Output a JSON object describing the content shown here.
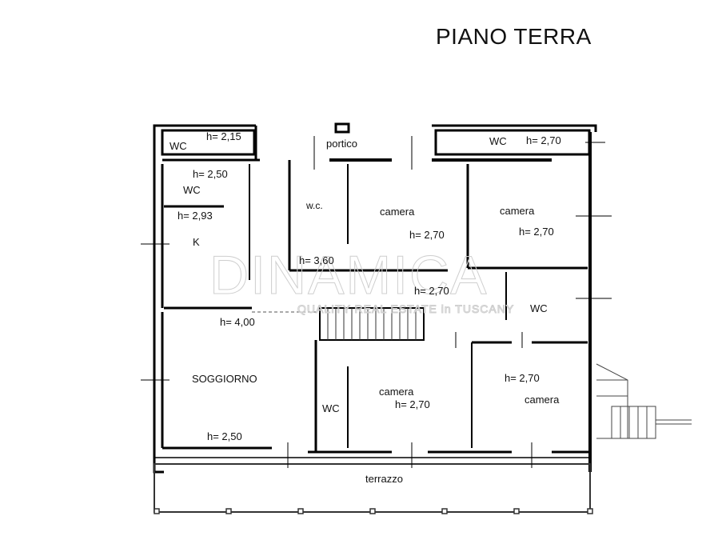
{
  "title": "PIANO TERRA",
  "watermark": {
    "brand": "DINAMICA",
    "tagline": "QUALITY REAL ESTATE in TUSCANY"
  },
  "rooms": [
    {
      "id": "wc-top-left",
      "name": "WC",
      "height": "h= 2,15"
    },
    {
      "id": "wc-left",
      "name": "WC",
      "height": "h= 2,50"
    },
    {
      "id": "kitchen",
      "name": "K",
      "height": "h= 2,93"
    },
    {
      "id": "portico",
      "name": "portico"
    },
    {
      "id": "wc-small",
      "name": "w.c.",
      "height": "h= 3,60"
    },
    {
      "id": "camera-center-top",
      "name": "camera",
      "height": "h= 2,70"
    },
    {
      "id": "wc-top-right",
      "name": "WC",
      "height": "h= 2,70"
    },
    {
      "id": "camera-right-top",
      "name": "camera",
      "height": "h= 2,70"
    },
    {
      "id": "hall",
      "height": "h= 2,70"
    },
    {
      "id": "wc-right",
      "name": "WC"
    },
    {
      "id": "soggiorno",
      "name": "SOGGIORNO",
      "height_top": "h= 4,00",
      "height_bottom": "h= 2,50"
    },
    {
      "id": "wc-bottom",
      "name": "WC"
    },
    {
      "id": "camera-center-bottom",
      "name": "camera",
      "height": "h= 2,70"
    },
    {
      "id": "camera-right-bottom",
      "name": "camera",
      "height": "h= 2,70"
    },
    {
      "id": "terrazzo",
      "name": "terrazzo"
    }
  ]
}
